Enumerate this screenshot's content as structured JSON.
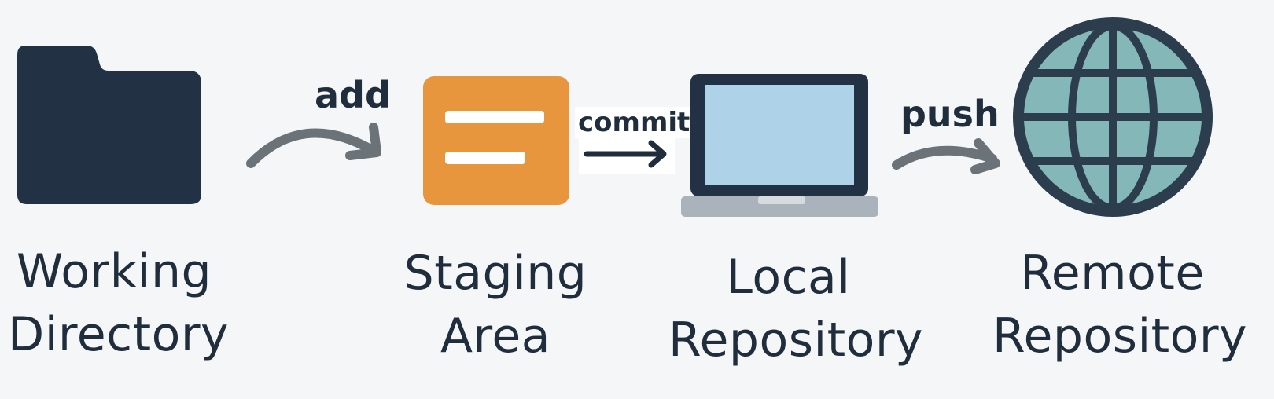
{
  "stages": [
    {
      "id": "working",
      "line1": "Working",
      "line2": "Directory",
      "icon": "folder-icon"
    },
    {
      "id": "staging",
      "line1": "Staging",
      "line2": "Area",
      "icon": "staging-card-icon"
    },
    {
      "id": "local",
      "line1": "Local",
      "line2": "Repository",
      "icon": "laptop-icon"
    },
    {
      "id": "remote",
      "line1": "Remote",
      "line2": "Repository",
      "icon": "globe-icon"
    }
  ],
  "steps": {
    "add": "add",
    "commit": "commit",
    "push": "push"
  },
  "colors": {
    "background": "#f5f6f7",
    "text": "#1f2d3d",
    "folder": "#223244",
    "staging": "#e8963d",
    "laptop_frame": "#223244",
    "laptop_screen": "#aed2e8",
    "laptop_base": "#aab3bb",
    "globe_fill": "#84b8b8",
    "globe_line": "#2c3e4e",
    "curved_arrow": "#6b7378",
    "straight_arrow": "#1f2d3d"
  }
}
